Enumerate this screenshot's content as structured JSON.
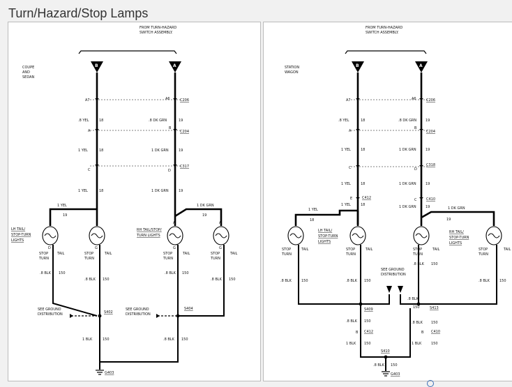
{
  "page": {
    "title": "Turn/Hazard/Stop Lamps"
  },
  "left": {
    "source": [
      "FROM TURN-HAZARD",
      "SWITCH ASSEMBLY."
    ],
    "variant": [
      "COUPE",
      "AND",
      "SEDAN"
    ],
    "terminals": [
      "B",
      "A"
    ],
    "b_wire": [
      {
        "id": "A7",
        "conn": "",
        "wire": ".8 YEL",
        "circuit": "18"
      },
      {
        "id": "A",
        "conn": "",
        "wire": "1 YEL",
        "circuit": "18"
      },
      {
        "id": "C",
        "conn": "",
        "wire": "1 YEL",
        "circuit": "18"
      }
    ],
    "a_wire": [
      {
        "id": "A6",
        "conn": "C206",
        "wire": ".8 DK GRN",
        "circuit": "19"
      },
      {
        "id": "B",
        "conn": "C204",
        "wire": "1 DK GRN",
        "circuit": "19"
      },
      {
        "id": "D",
        "conn": "C317",
        "wire": "1 DK GRN",
        "circuit": "19"
      }
    ],
    "lh_branch": {
      "wire": "1 YEL",
      "circuit": "19"
    },
    "rh_branch": {
      "wire": "1 DK GRN",
      "circuit": "19"
    },
    "lh_label": [
      "LH TAIL/",
      "STOP-TURN",
      "LIGHTS"
    ],
    "rh_label": [
      "RH TAIL/STOP/",
      "TURN LIGHTS"
    ],
    "bulb_pins": {
      "d": "D",
      "g": "G",
      "a": "A"
    },
    "stop_turn": [
      "STOP",
      "TURN"
    ],
    "tail": "TAIL",
    "grounds": [
      {
        "wire": ".8 BLK",
        "circuit": "150"
      },
      {
        "wire": ".8 BLK",
        "circuit": "150"
      },
      {
        "wire": ".8 BLK",
        "circuit": "150"
      },
      {
        "wire": ".8 BLK",
        "circuit": "150"
      }
    ],
    "see_ground": [
      "SEE GROUND",
      "DISTRIBUTION"
    ],
    "splice_left": "S402",
    "splice_right": "S404",
    "lower": [
      {
        "wire": "1 BLK",
        "circuit": "150"
      },
      {
        "wire": ".8 BLK",
        "circuit": "150"
      }
    ],
    "ground_id": "G403"
  },
  "right": {
    "source": [
      "FROM TURN-HAZARD",
      "SWITCH ASSEMBLY."
    ],
    "variant": [
      "STATION",
      "WAGON"
    ],
    "terminals": [
      "B",
      "A"
    ],
    "b_wire": [
      {
        "id": "A7",
        "wire": ".8 YEL",
        "circuit": "18"
      },
      {
        "id": "A",
        "wire": "1 YEL",
        "circuit": "18"
      },
      {
        "id": "C",
        "wire": "1 YEL",
        "circuit": "18"
      },
      {
        "id": "E",
        "conn": "C412",
        "wire": "1 YEL",
        "circuit": "18"
      }
    ],
    "a_wire": [
      {
        "id": "A6",
        "conn": "C206",
        "wire": ".8 DK GRN",
        "circuit": "19"
      },
      {
        "id": "B",
        "conn": "C204",
        "wire": "1 DK GRN",
        "circuit": "19"
      },
      {
        "id": "D",
        "conn": "C318",
        "wire": "1 DK GRN",
        "circuit": "19"
      },
      {
        "id": "C",
        "conn": "C410",
        "wire": "1 DK GRN",
        "circuit": "19"
      }
    ],
    "lh_branch": {
      "wire": "1 YEL",
      "circuit": "18"
    },
    "rh_branch": {
      "wire": "1 DK GRN",
      "circuit": "19"
    },
    "lh_label": [
      "LH TAIL/",
      "STOP-TURN",
      "LIGHTS"
    ],
    "rh_label": [
      "RH TAIL/",
      "STOP-TURN",
      "LIGHTS"
    ],
    "stop_turn": [
      "STOP",
      "TURN"
    ],
    "tail": "TAIL",
    "grounds": [
      {
        "wire": ".8 BLK",
        "circuit": "150"
      },
      {
        "wire": ".8 BLK",
        "circuit": "150"
      },
      {
        "wire": ".8 BLK",
        "circuit": "150"
      },
      {
        "wire": ".8 BLK",
        "circuit": "150"
      },
      {
        "wire": ".8 BLK",
        "circuit": "150"
      }
    ],
    "see_ground": [
      "SEE GROUND",
      "DISTRIBUTION"
    ],
    "splice_409": "S409",
    "splice_413": "S413",
    "lower_left": [
      {
        "wire": ".8 BLK",
        "circuit": "150"
      },
      {
        "id": "B",
        "conn": "C412"
      },
      {
        "wire": "1 BLK",
        "circuit": "150"
      }
    ],
    "lower_right": [
      {
        "wire": ".8 BLK",
        "circuit": "150"
      },
      {
        "id": "B",
        "conn": "C410"
      },
      {
        "wire": "1 BLK",
        "circuit": "150"
      }
    ],
    "splice_410": "S410",
    "final": {
      "wire": ".8 BLK",
      "circuit": "150"
    },
    "ground_id": "G403"
  }
}
